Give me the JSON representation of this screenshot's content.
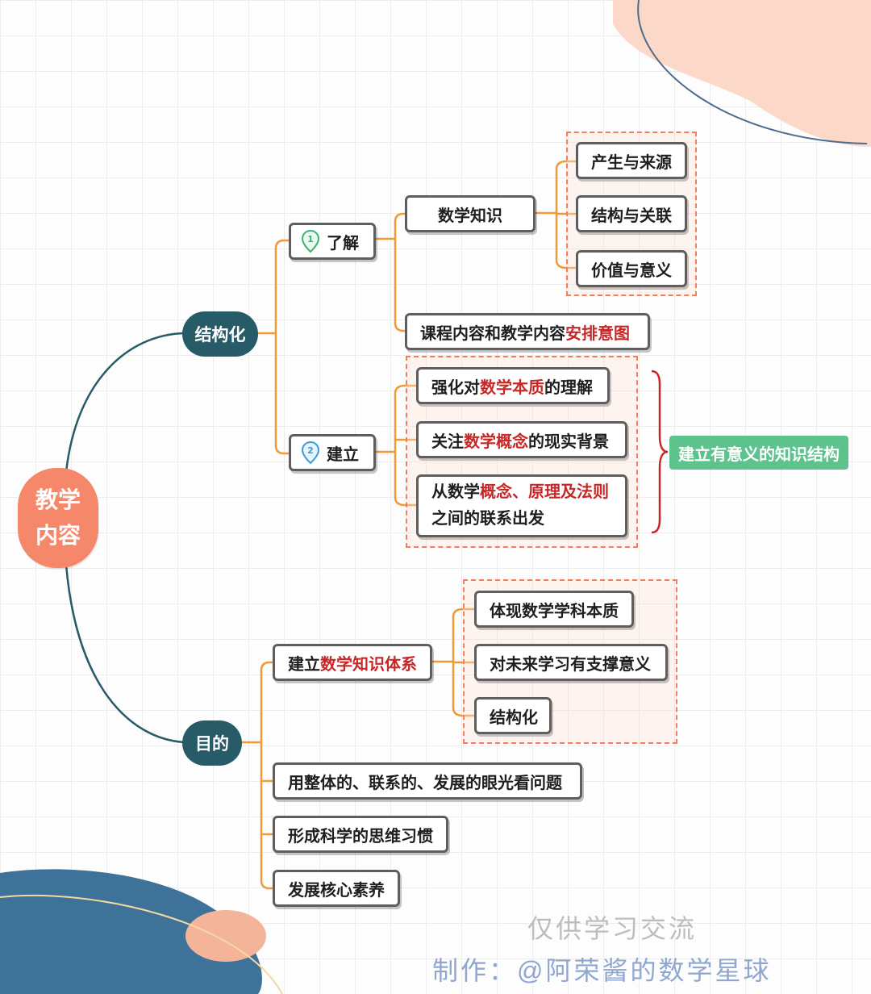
{
  "root": {
    "line1": "教学",
    "line2": "内容"
  },
  "branch_structure": {
    "label": "结构化",
    "understand": {
      "label": "了解",
      "math_knowledge": {
        "label": "数学知识",
        "items": [
          "产生与来源",
          "结构与关联",
          "价值与意义"
        ]
      },
      "course_intent": {
        "prefix": "课程内容和教学内容",
        "highlight": "安排意图"
      }
    },
    "build": {
      "label": "建立",
      "item1": {
        "a": "强化对",
        "b": "数学本质",
        "c": "的理解"
      },
      "item2": {
        "a": "关注",
        "b": "数学概念",
        "c": "的现实背景"
      },
      "item3": {
        "a": "从数学",
        "b": "概念、原理及法则",
        "line2": "之间的联系出发"
      },
      "summary": "建立有意义的知识结构"
    }
  },
  "branch_purpose": {
    "label": "目的",
    "system": {
      "prefix": "建立",
      "highlight": "数学知识体系",
      "items": [
        "体现数学学科本质",
        "对未来学习有支撑意义",
        "结构化"
      ]
    },
    "items": [
      "用整体的、联系的、发展的眼光看问题",
      "形成科学的思维习惯",
      "发展核心素养"
    ]
  },
  "watermark": {
    "line1": "仅供学习交流",
    "line2": "制作：@阿荣酱的数学星球"
  },
  "colors": {
    "connector": "#ef9a36",
    "dark_node": "#275b68",
    "root": "#f5886a",
    "highlight": "#c62828",
    "summary": "#5ec28c"
  }
}
